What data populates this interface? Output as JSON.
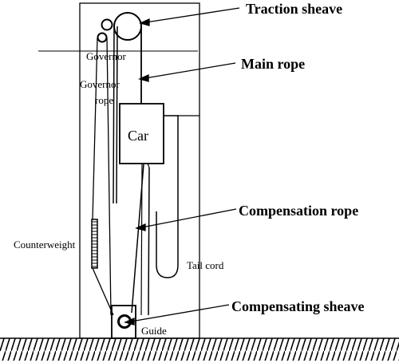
{
  "labels": {
    "traction_sheave": "Traction sheave",
    "main_rope": "Main rope",
    "governor": "Governor",
    "governor_rope_line1": "Governor",
    "governor_rope_line2": "rope",
    "car": "Car",
    "compensation_rope": "Compensation rope",
    "counterweight": "Counterweight",
    "tail_cord": "Tail cord",
    "compensating_sheave": "Compensating sheave",
    "guide": "Guide"
  }
}
